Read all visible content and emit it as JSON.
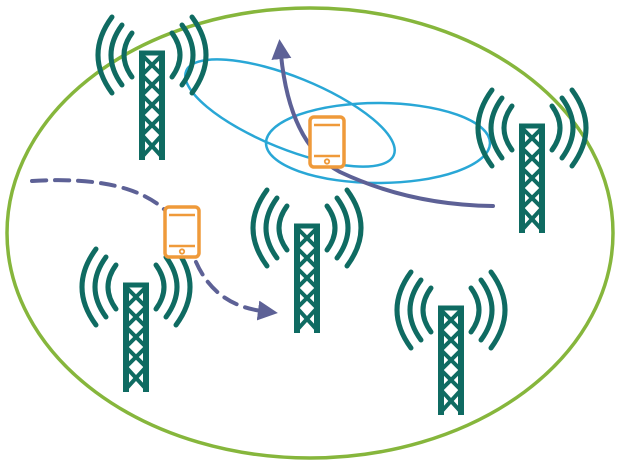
{
  "colors": {
    "boundary": "#86b63c",
    "tower": "#0f6b62",
    "phone": "#ef9a3a",
    "ellipse": "#29a7d6",
    "arrow": "#5d6196",
    "background": "#ffffff"
  },
  "elements": {
    "coverage_area": {
      "shape": "ellipse",
      "icon": "coverage-boundary"
    },
    "towers": [
      {
        "id": "tower-top-left",
        "icon": "cell-tower-icon"
      },
      {
        "id": "tower-top-right",
        "icon": "cell-tower-icon"
      },
      {
        "id": "tower-center",
        "icon": "cell-tower-icon"
      },
      {
        "id": "tower-bottom-left",
        "icon": "cell-tower-icon"
      },
      {
        "id": "tower-bottom-right",
        "icon": "cell-tower-icon"
      }
    ],
    "phones": [
      {
        "id": "phone-upper",
        "icon": "smartphone-icon"
      },
      {
        "id": "phone-left",
        "icon": "smartphone-icon"
      }
    ],
    "paths": [
      {
        "id": "solid-movement-arrow",
        "style": "solid",
        "icon": "arrow-icon"
      },
      {
        "id": "dashed-movement-arrow",
        "style": "dashed",
        "icon": "arrow-icon"
      }
    ],
    "signal_regions": [
      {
        "id": "signal-ellipse-a",
        "style": "outline"
      },
      {
        "id": "signal-ellipse-b",
        "style": "outline"
      }
    ]
  }
}
